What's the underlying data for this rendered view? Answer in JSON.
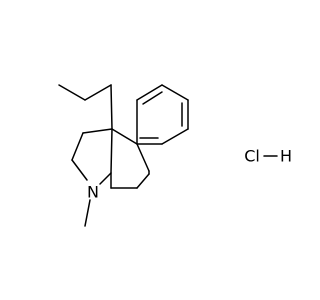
{
  "molecule": {
    "atoms": {
      "nitrogen": "N",
      "hydrochloride_cl": "Cl",
      "hydrochloride_h": "H"
    },
    "colors": {
      "bond": "#000000",
      "label": "#000000",
      "background": "#ffffff"
    }
  }
}
